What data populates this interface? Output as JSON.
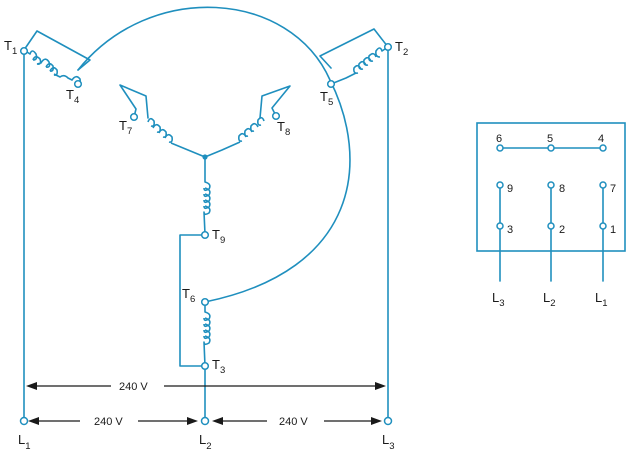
{
  "terminals": {
    "t1": {
      "letter": "T",
      "num": "1"
    },
    "t2": {
      "letter": "T",
      "num": "2"
    },
    "t3": {
      "letter": "T",
      "num": "3"
    },
    "t4": {
      "letter": "T",
      "num": "4"
    },
    "t5": {
      "letter": "T",
      "num": "5"
    },
    "t6": {
      "letter": "T",
      "num": "6"
    },
    "t7": {
      "letter": "T",
      "num": "7"
    },
    "t8": {
      "letter": "T",
      "num": "8"
    },
    "t9": {
      "letter": "T",
      "num": "9"
    }
  },
  "lines": {
    "l1": {
      "letter": "L",
      "num": "1"
    },
    "l2": {
      "letter": "L",
      "num": "2"
    },
    "l3": {
      "letter": "L",
      "num": "3"
    }
  },
  "voltages": {
    "top": "240 V",
    "left": "240 V",
    "right": "240 V"
  },
  "terminal_box": {
    "top_row": [
      "6",
      "5",
      "4"
    ],
    "middle_row": [
      "9",
      "8",
      "7"
    ],
    "bottom_row": [
      "3",
      "2",
      "1"
    ],
    "lines": [
      {
        "letter": "L",
        "num": "3"
      },
      {
        "letter": "L",
        "num": "2"
      },
      {
        "letter": "L",
        "num": "1"
      }
    ]
  },
  "colors": {
    "wire": "#1f8fbe",
    "text": "#1a1a1a"
  }
}
